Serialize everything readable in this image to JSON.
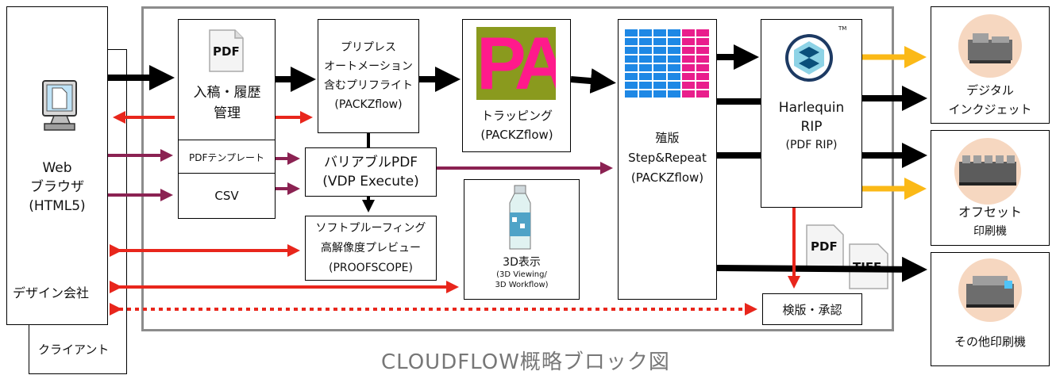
{
  "title": "CLOUDFLOW概略ブロック図",
  "client": {
    "web_browser": [
      "Web",
      "ブラウザ",
      "(HTML5)"
    ],
    "design_company": "デザイン会社",
    "client_label": "クライアント"
  },
  "nodes": {
    "pdf_icon": "PDF",
    "intake": [
      "入稿・履歴",
      "管理"
    ],
    "pdf_template": "PDFテンプレート",
    "csv": "CSV",
    "preflight": [
      "プリプレス",
      "オートメーション",
      "含むプリフライト",
      "(PACKZflow)"
    ],
    "variable_pdf": [
      "バリアブルPDF",
      "(VDP Execute)"
    ],
    "soft_proof": [
      "ソフトプルーフィング",
      "高解像度プレビュー",
      "(PROOFSCOPE)"
    ],
    "trapping_logo": "PA",
    "trapping": [
      "トラッピング",
      "(PACKZflow)"
    ],
    "three_d": [
      "3D表示",
      "(3D Viewing/",
      "3D Workflow)"
    ],
    "imposition": [
      "殖版",
      "Step&Repeat",
      "(PACKZflow)"
    ],
    "harlequin": [
      "Harlequin",
      "RIP",
      "(PDF RIP)"
    ],
    "harlequin_tm": "TM",
    "pdf_doc": "PDF",
    "tiff_doc": "TIFF",
    "inspection": "検版・承認"
  },
  "outputs": {
    "digital_inkjet": [
      "デジタル",
      "インクジェット"
    ],
    "offset": [
      "オフセット",
      "印刷機"
    ],
    "other": "その他印刷機"
  },
  "colors": {
    "black_arrow": "#000000",
    "red_arrow": "#e8261c",
    "purple_arrow": "#8b2252",
    "yellow_arrow": "#fbb917",
    "frame_gray": "#8c8c8c",
    "trapping_bg": "#8a9a1e",
    "trapping_letters": "#ff1a8c",
    "imposition_blue": "#1e88e5",
    "imposition_pink": "#e91e8c",
    "device_circle": "#f6d7c0"
  }
}
